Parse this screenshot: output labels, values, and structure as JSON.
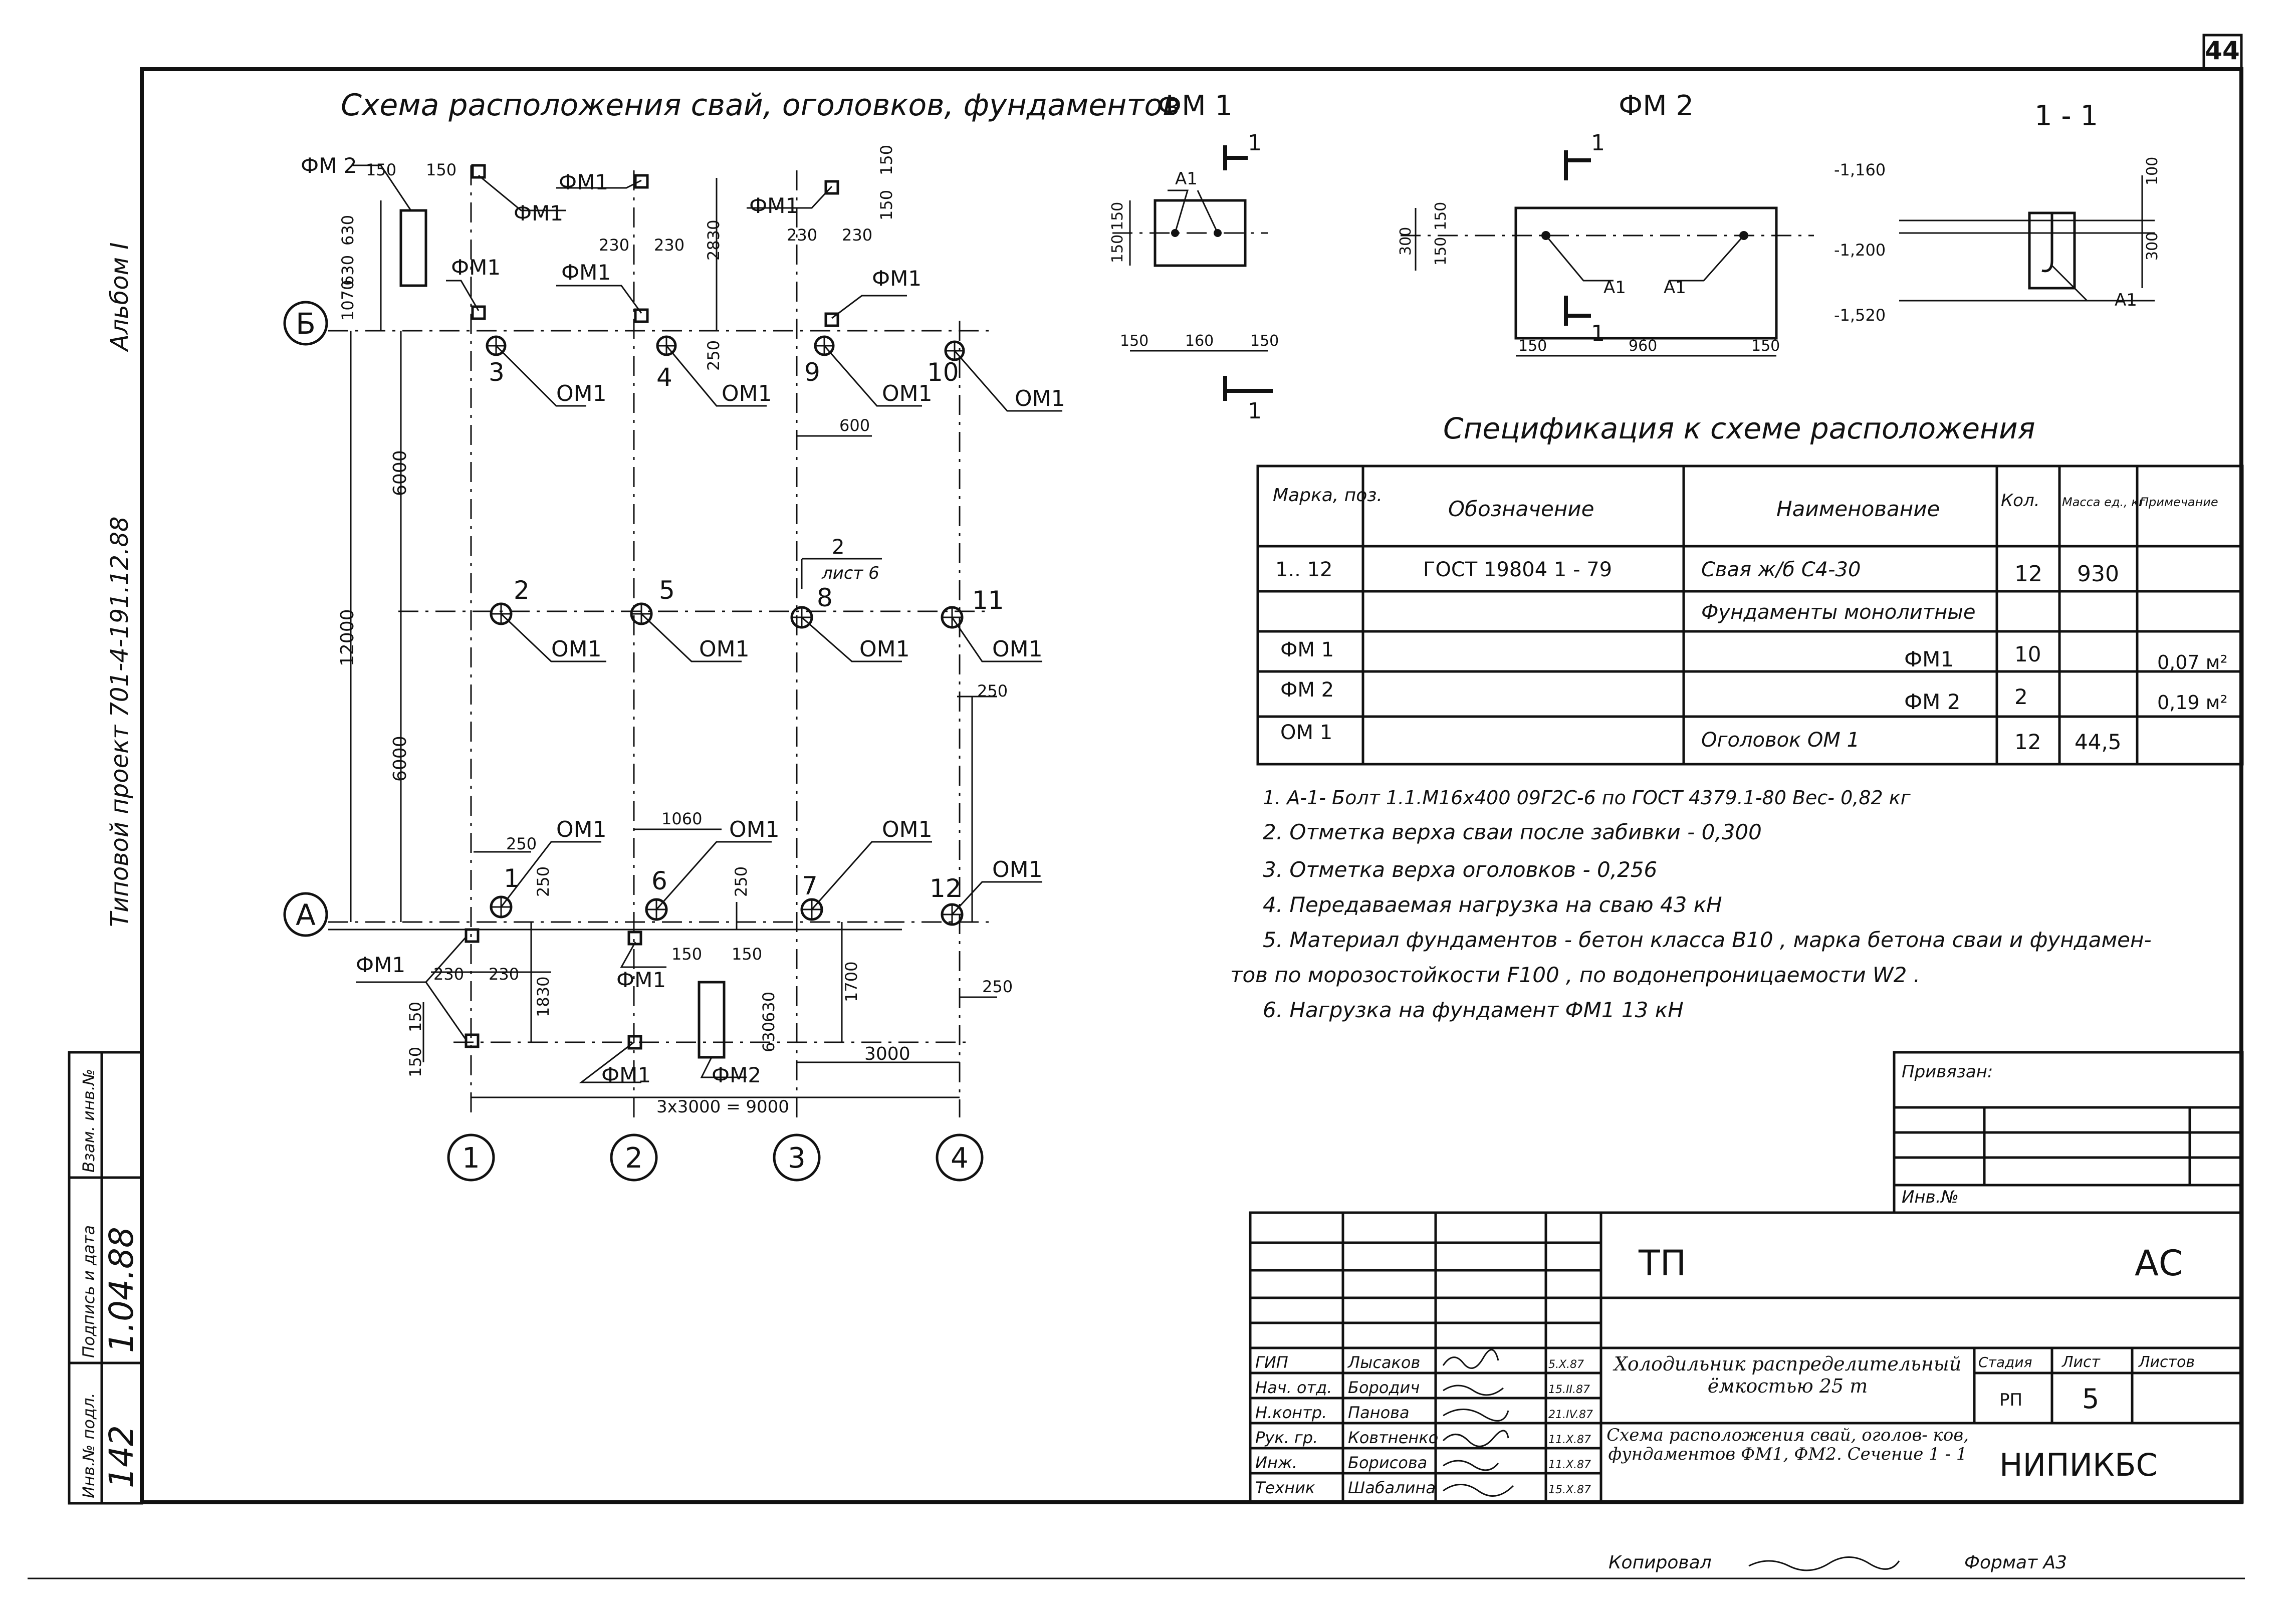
{
  "page_number": "44",
  "left_margin": {
    "album": "Альбом I",
    "project": "Типовой проект 701-4-191.12.88",
    "inv_podl": "Инв.№ подл.",
    "podpis_data": "Подпись и дата",
    "vzam_inv": "Взам. инв.№",
    "inv_value": "142",
    "date_value": "1.04.88"
  },
  "plan": {
    "title": "Схема расположения свай, оголовков, фундаментов",
    "axis_letters": [
      "Б",
      "А"
    ],
    "axis_numbers": [
      "1",
      "2",
      "3",
      "4"
    ],
    "pile_numbers": [
      "3",
      "4",
      "9",
      "10",
      "2",
      "5",
      "8",
      "11",
      "1",
      "6",
      "7",
      "12"
    ],
    "labels": {
      "fm1": "ФМ1",
      "fm2": "ФМ2",
      "fm2_top": "ФМ 2",
      "om1": "ОМ1",
      "sheet_ref_num": "2",
      "sheet_ref_text": "лист 6"
    },
    "dims": {
      "d150": "150",
      "d630": "630",
      "d1070": "1070",
      "d230": "230",
      "d2830": "2830",
      "d250": "250",
      "d600": "600",
      "d6000": "6000",
      "d12000": "12000",
      "d1060": "1060",
      "d1830": "1830",
      "d1700": "1700",
      "d3000": "3000",
      "d_total": "3x3000 = 9000"
    }
  },
  "detail_fm1": {
    "title": "ФМ 1",
    "cut": "1",
    "a1": "А1",
    "dims": {
      "d150": "150",
      "d160": "160"
    }
  },
  "detail_fm2": {
    "title": "ФМ 2",
    "cut": "1",
    "a1": "А1",
    "dims": {
      "d300": "300",
      "d150": "150",
      "d960": "960"
    }
  },
  "section": {
    "title": "1 - 1",
    "marks": [
      "-1,160",
      "-1,200",
      "-1,520"
    ],
    "dims": {
      "d100": "100",
      "d300": "300"
    },
    "a1": "А1"
  },
  "spec": {
    "title": "Спецификация к схеме расположения",
    "headers": [
      "Марка, поз.",
      "Обозначение",
      "Наименование",
      "Кол.",
      "Масса ед., кг",
      "Примечание"
    ],
    "rows": [
      [
        "1.. 12",
        "ГОСТ 19804 1 - 79",
        "Свая ж/б   С4-30",
        "12",
        "930",
        ""
      ],
      [
        "",
        "",
        "Фундаменты монолитные",
        "",
        "",
        ""
      ],
      [
        "ФМ 1",
        "",
        "ФМ1",
        "10",
        "",
        "0,07 м²"
      ],
      [
        "ФМ 2",
        "",
        "ФМ 2",
        "2",
        "",
        "0,19 м²"
      ],
      [
        "ОМ 1",
        "",
        "Оголовок   ОМ 1",
        "12",
        "44,5",
        ""
      ]
    ]
  },
  "notes": [
    "1.  А-1- Болт 1.1.М16х400 09Г2С-6  по ГОСТ 4379.1-80    Вес- 0,82 кг",
    "2.  Отметка верха сваи после забивки  -  0,300",
    "3.  Отметка верха  оголовков              - 0,256",
    "4.  Передаваемая нагрузка  на сваю         43 кН",
    "5.  Материал фундаментов - бетон класса В10 , марка бетона сваи и фундамен-",
    "тов по морозостойкости F100 , по водонепроницаемости W2 .",
    "6.  Нагрузка  на фундамент  ФМ1               13 кН"
  ],
  "privyazan": {
    "label": "Привязан:",
    "inv": "Инв.№"
  },
  "title_block": {
    "code_left": "ТП",
    "code_right": "АС",
    "roles": [
      "ГИП",
      "Нач. отд.",
      "Н.контр.",
      "Рук. гр.",
      "Инж.",
      "Техник"
    ],
    "names": [
      "Лысаков",
      "Бородич",
      "Панова",
      "Ковтненко",
      "Борисова",
      "Шабалина"
    ],
    "dates": [
      "5.X.87",
      "15.II.87",
      "21.IV.87",
      "11.X.87",
      "11.X.87",
      "15.X.87"
    ],
    "object": "Холодильник распределительный ёмкостью 25 т",
    "sheet_title": "Схема расположения свай, оголов- ков,  фундаментов ФМ1, ФМ2. Сечение 1 - 1",
    "stage_label": "Стадия",
    "sheet_label": "Лист",
    "sheets_label": "Листов",
    "stage": "РП",
    "sheet": "5",
    "org": "НИПИКБС"
  },
  "footer": {
    "copied": "Копировал",
    "format": "Формат А3"
  }
}
